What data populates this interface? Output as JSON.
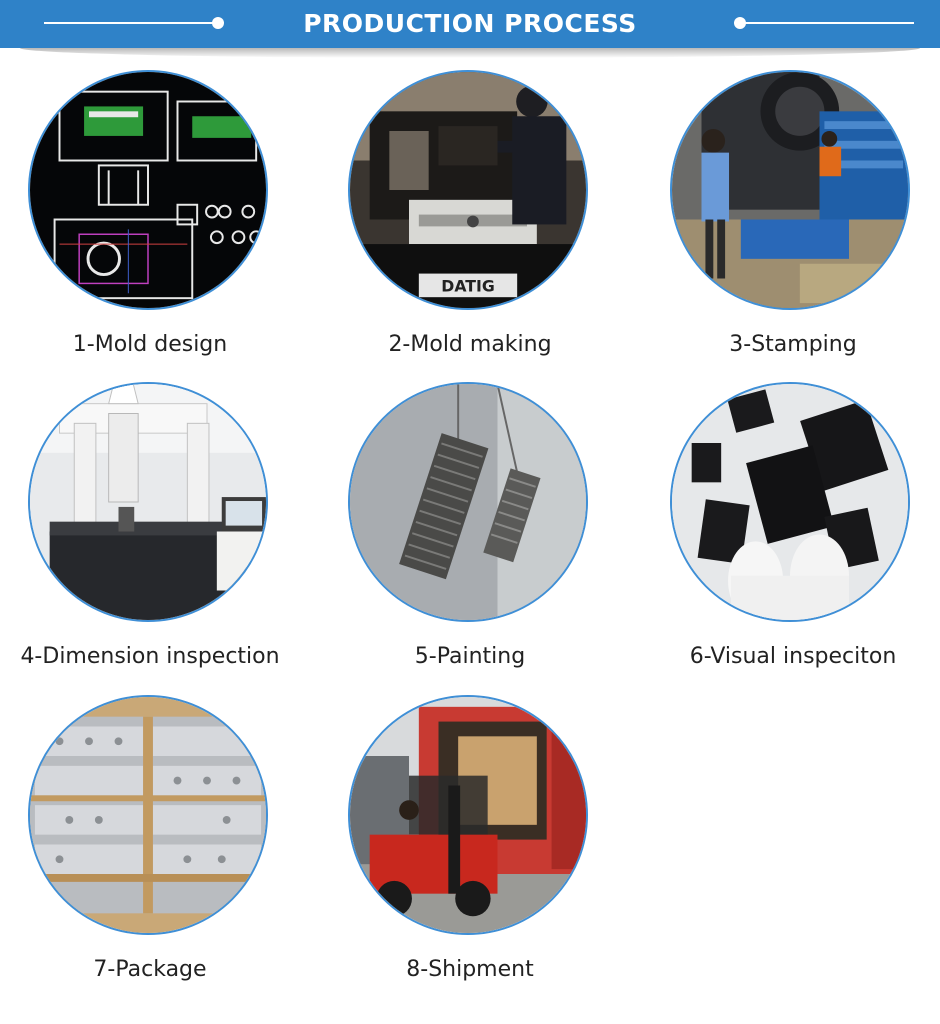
{
  "header": {
    "title": "PRODUCTION PROCESS",
    "color": "#2f82c8"
  },
  "steps": [
    {
      "label": "1-Mold design",
      "photo": "cad-drawing-photo"
    },
    {
      "label": "2-Mold making",
      "photo": "machining-photo"
    },
    {
      "label": "3-Stamping",
      "photo": "stamping-photo"
    },
    {
      "label": "4-Dimension inspection",
      "photo": "cmm-photo"
    },
    {
      "label": "5-Painting",
      "photo": "painting-photo"
    },
    {
      "label": "6-Visual inspeciton",
      "photo": "inspection-photo"
    },
    {
      "label": "7-Package",
      "photo": "package-photo"
    },
    {
      "label": "8-Shipment",
      "photo": "shipment-photo"
    }
  ],
  "photo_texts": {
    "machine_brand": "DATIG"
  }
}
